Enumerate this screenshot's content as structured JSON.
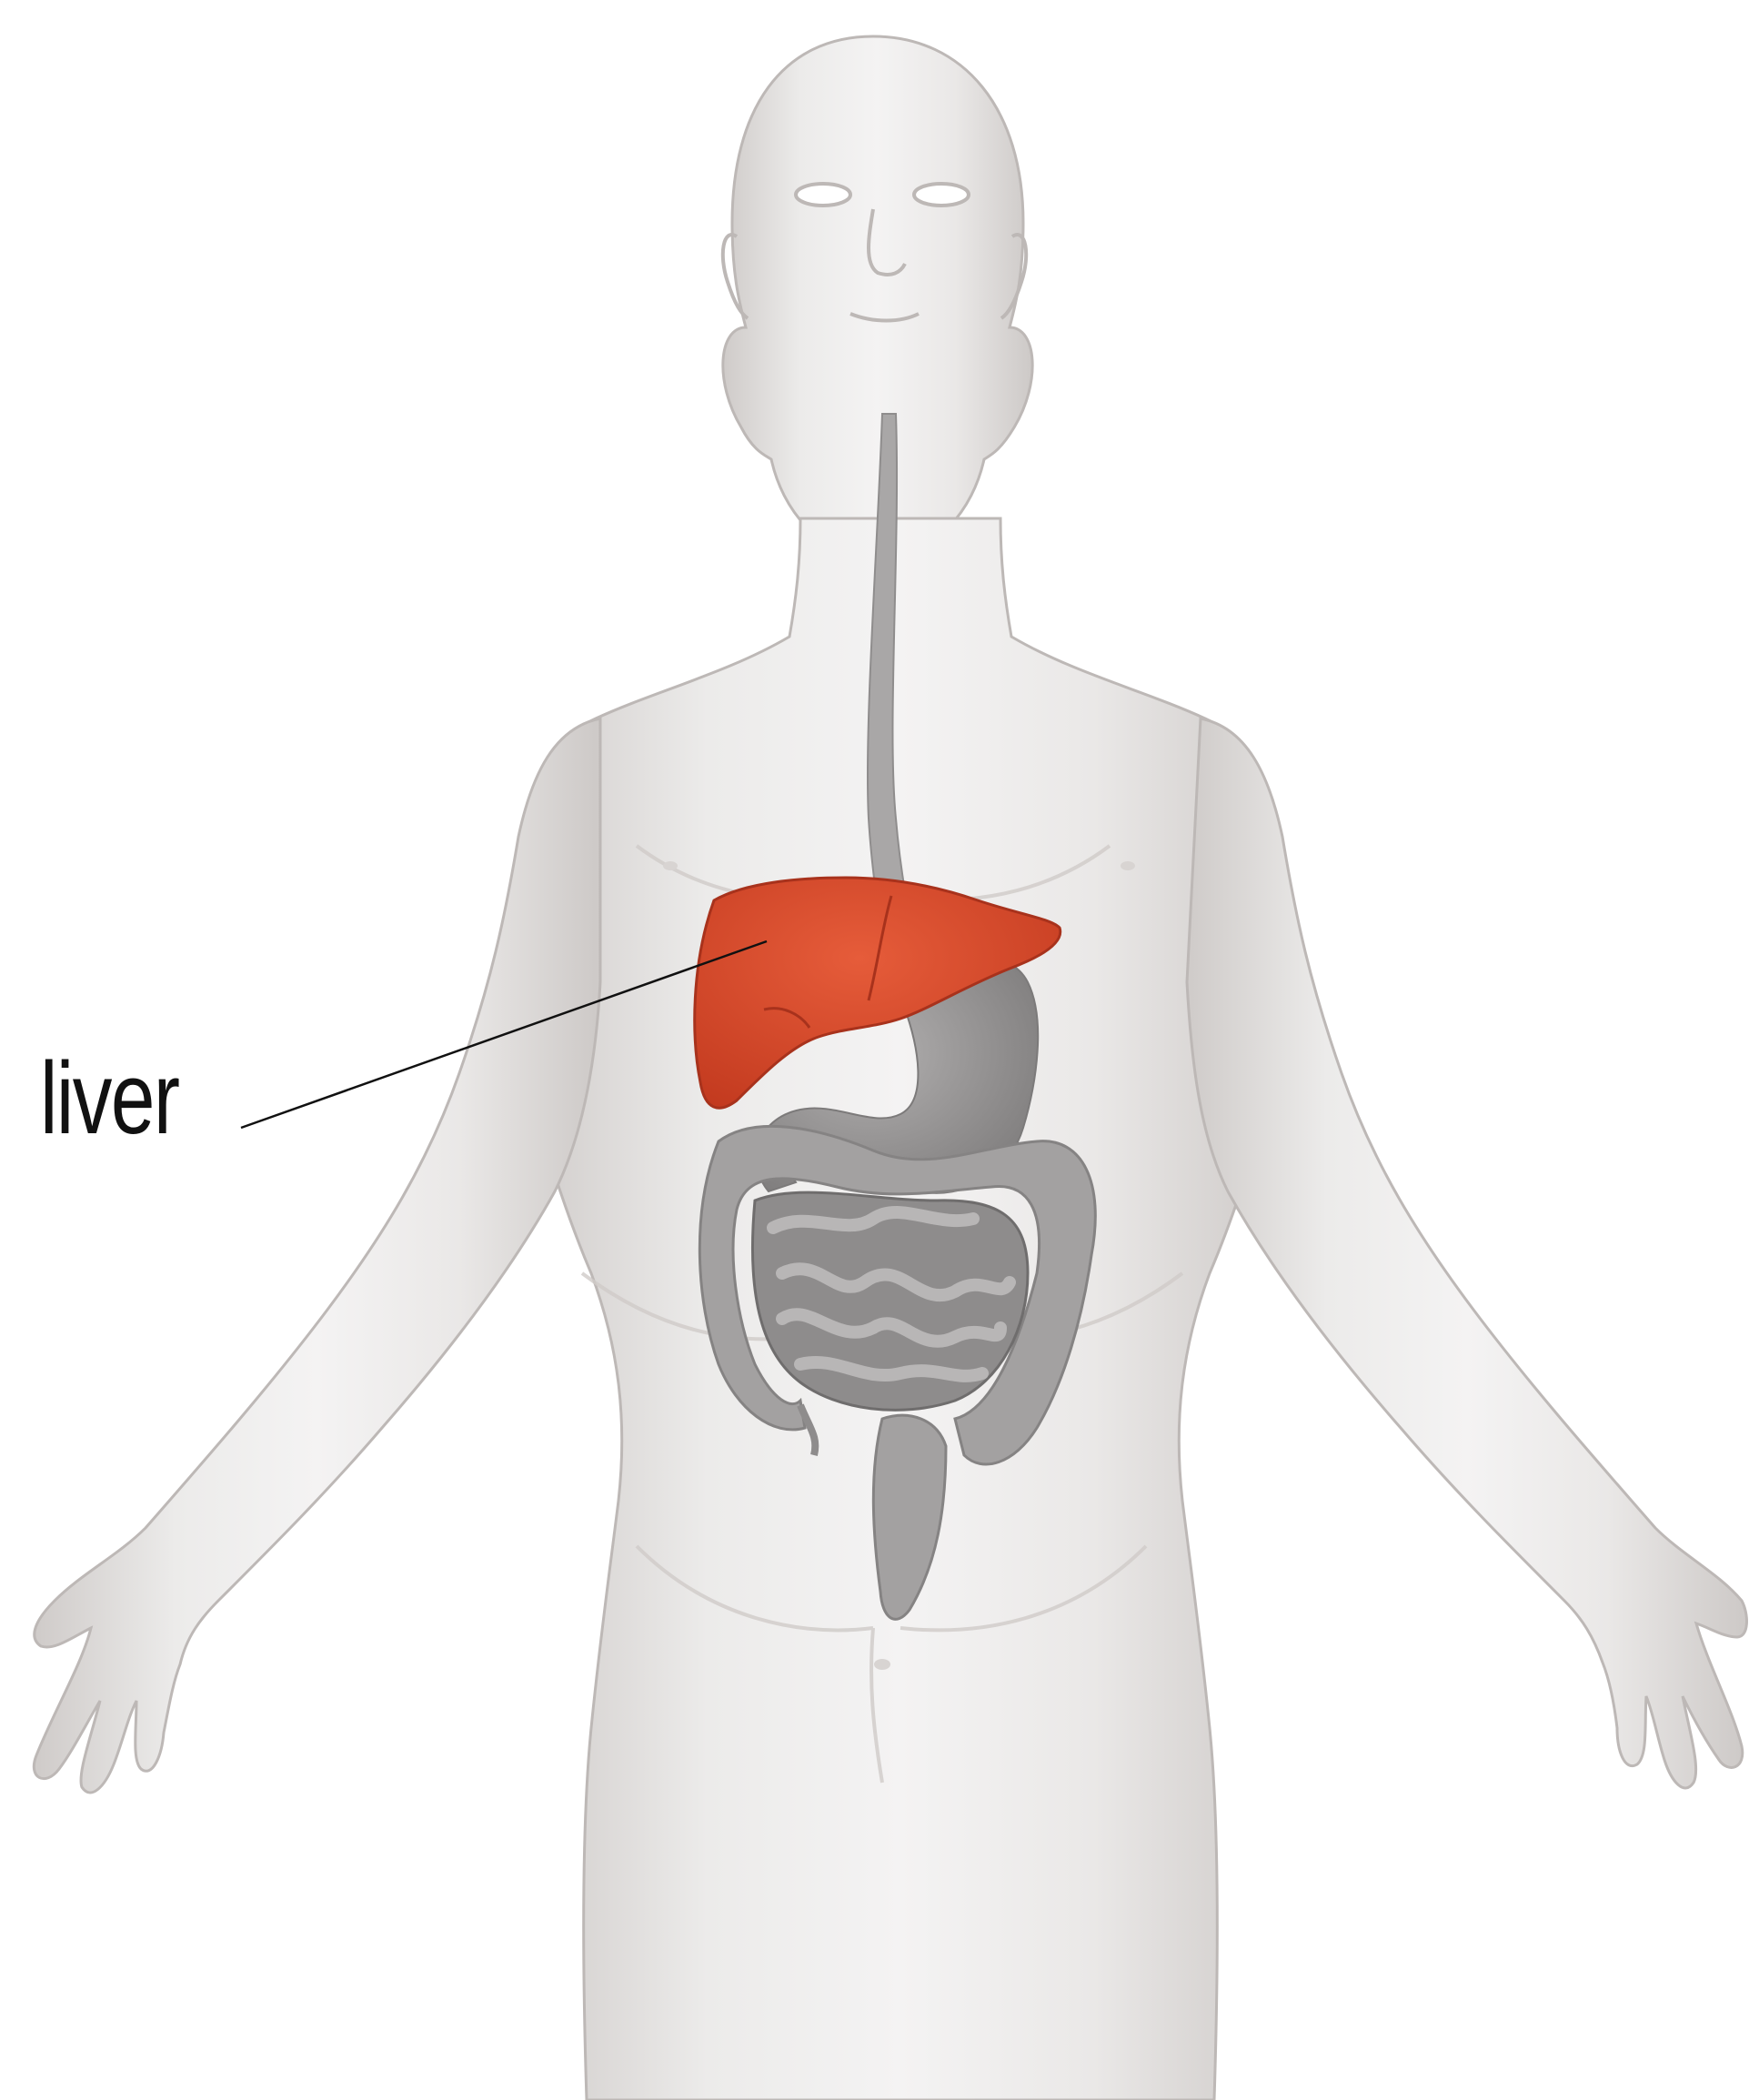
{
  "diagram": {
    "labels": [
      {
        "id": "liver",
        "text": "liver"
      }
    ]
  },
  "colors": {
    "background": "#ffffff",
    "body": "#e9e7e6",
    "body_shadow": "#c9c5c3",
    "organs_gray": "#9d9b9b",
    "liver": "#d94a2b",
    "leader_line": "#111111"
  },
  "icons": [
    "human-body-figure",
    "liver-organ",
    "stomach-organ",
    "intestines-organ",
    "esophagus-organ"
  ]
}
